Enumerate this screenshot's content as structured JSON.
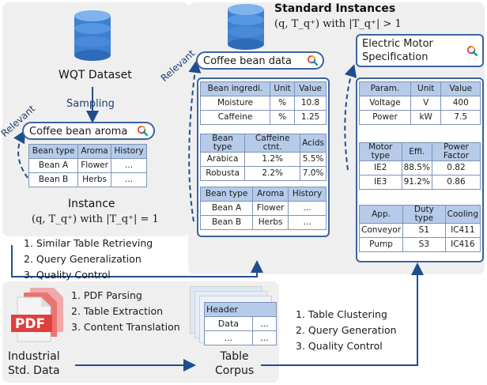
{
  "colors": {
    "arrow": "#1f4e8c",
    "table_header": "#b5cbe9",
    "panel": "#efefef",
    "pdf_red": "#e0403d"
  },
  "left": {
    "dataset_title": "WQT Dataset",
    "sampling_label": "Sampling",
    "relevant_label": "Relevant",
    "query_pill": "Coffee bean aroma",
    "table": {
      "header": [
        "Bean type",
        "Aroma",
        "History"
      ],
      "rows": [
        [
          "Bean A",
          "Flower",
          "..."
        ],
        [
          "Bean B",
          "Herbs",
          "..."
        ]
      ]
    },
    "instance_label": "Instance",
    "instance_formula": "(q, T_q⁺) with |T_q⁺| = 1"
  },
  "middle_steps": [
    "1. Similar Table Retrieving",
    "2. Query Generalization",
    "3. Quality Control"
  ],
  "right": {
    "standard_title": "Standard Instances",
    "standard_formula": "(q, T_q⁺) with |T_q⁺| > 1",
    "relevant_label": "Relevant",
    "coffee_pill": "Coffee bean data",
    "coffee_tables": [
      {
        "header": [
          "Bean ingredi.",
          "Unit",
          "Value"
        ],
        "rows": [
          [
            "Moisture",
            "%",
            "10.8"
          ],
          [
            "Caffeine",
            "%",
            "1.25"
          ]
        ]
      },
      {
        "header": [
          "Bean type",
          "Caffeine ctnt.",
          "Acids"
        ],
        "rows": [
          [
            "Arabica",
            "1.2%",
            "5.5%"
          ],
          [
            "Robusta",
            "2.2%",
            "7.0%"
          ]
        ]
      },
      {
        "header": [
          "Bean type",
          "Aroma",
          "History"
        ],
        "rows": [
          [
            "Bean A",
            "Flower",
            "..."
          ],
          [
            "Bean B",
            "Herbs",
            "..."
          ]
        ]
      }
    ],
    "motor_box": "Electric Motor Specification",
    "motor_tables": [
      {
        "header": [
          "Param.",
          "Unit",
          "Value"
        ],
        "rows": [
          [
            "Voltage",
            "V",
            "400"
          ],
          [
            "Power",
            "kW",
            "7.5"
          ]
        ]
      },
      {
        "header": [
          "Motor type",
          "Effi.",
          "Power Factor"
        ],
        "rows": [
          [
            "IE2",
            "88.5%",
            "0.82"
          ],
          [
            "IE3",
            "91.2%",
            "0.86"
          ]
        ]
      },
      {
        "header": [
          "App.",
          "Duty type",
          "Cooling"
        ],
        "rows": [
          [
            "Conveyor",
            "S1",
            "IC411"
          ],
          [
            "Pump",
            "S3",
            "IC416"
          ]
        ]
      }
    ]
  },
  "bottom": {
    "pdf_label": "PDF",
    "industrial_label": "Industrial\nStd. Data",
    "pdf_steps": [
      "1. PDF Parsing",
      "2. Table Extraction",
      "3. Content Translation"
    ],
    "corpus_cards": {
      "header": "Header",
      "data": "Data",
      "ellipsis": "..."
    },
    "corpus_label": "Table\nCorpus",
    "corpus_steps": [
      "1. Table Clustering",
      "2. Query Generation",
      "3. Quality Control"
    ]
  }
}
